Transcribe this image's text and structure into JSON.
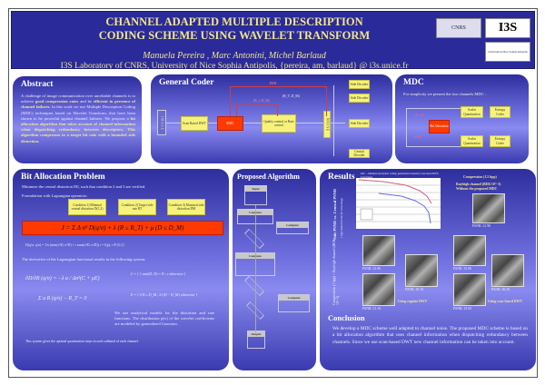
{
  "header": {
    "title_line1": "CHANNEL ADAPTED MULTIPLE DESCRIPTION",
    "title_line2": "CODING SCHEME USING WAVELET TRANSFORM",
    "authors": "Manuela Pereira , Marc Antonini, Michel Barlaud",
    "affiliation": "I3S Laboratory of CNRS, University of Nice Sophia Antipolis, {pereira, am, barlaud} @ i3s.unice.fr",
    "logos": [
      "CNRS",
      "I3S",
      "Université de Nice Sophia Antipolis"
    ]
  },
  "abstract": {
    "title": "Abstract",
    "t1": "A challenge of image communication over unreliable channels is to achieve ",
    "h1": "good compression rates",
    "t2": " and be ",
    "h2": "efficient in presence of channel failures.",
    "t3": " In this work we use Multiple Description Coding (MDC) techniques based on Wavelet Transform, that have been shown to be powerful against channel failures. We propose a ",
    "h3": "bit allocation algorithm that takes account of channel information when dispatching redundancy between descriptors. This algorithm compresses to a target bit rate with a bounded side distortion."
  },
  "coder": {
    "title": "General Coder",
    "image": "I M A G E",
    "dwt": "Scan Based DWT",
    "mdc": "MDC",
    "quality": "Quality control or Rate control",
    "noise": "N O I S E",
    "side_decoder": "Side Decoder",
    "central_decoder": "Central Decoder",
    "ber": "BER",
    "rd": "(R_t, D_M)",
    "rq": "(R_T, D_M)"
  },
  "mdc": {
    "title": "MDC",
    "intro": "For simplicity we present the two channels MDC :",
    "bit_alloc": "Bit Allocation",
    "sq": "Scalar Quantization",
    "ec": "Entropy Coder",
    "ber": "BER",
    "rd": "(R, D)"
  },
  "bitalloc": {
    "title": "Bit Allocation Problem",
    "p1": "Minimize the central distortion D0, such that condition 2 and 3 are verified.",
    "p2": "Formulation with Lagrangian operators:",
    "c1": "Condition 1) Minimal central distortion D(1,2)",
    "c2": "Condition 2) Target side rate RT",
    "c3": "Condition 3) Maximal side distortion DM",
    "eq": "J = Σ Δ σ² D(q/σ) + λ (R ≤ R_T) + μ (D ≤ D_M)",
    "eq2": "D(q/σ, q/σ) = 1/σ (min(σ²D, σ²D) + r max(σ²D, σ²D))      r = f(p), r ∈ [0,1]",
    "p3": "The derivative of the Lagrangian functional results in the following system:",
    "sys1": "∂D/∂R (q/σ) = −λ a / Δσ²(C + μE)",
    "sys2": "Σ a R (q/σ) − R_T = 0",
    "cdef": "C = { 1  min(D, D) = D ; r  otherwise }",
    "edef": "E = { 0  D ≤ D_M ; 2×(D − D_M)  otherwise }",
    "p4": "We use analytical models for the distortion and rate functions. The distribution p(x) of the wavelet coefficients are modeled by generalized Gaussian.",
    "p5": "This system gives the optimal quantization steps in each subband of each channel."
  },
  "algo": {
    "title": "Proposed Algorithm",
    "input": "Input",
    "compute": "Compute",
    "output": "Output"
  },
  "results": {
    "title": "Results",
    "refs": "Ref: ... Multiple description coding, generalized Gaussian; scan-based DWT; Lena image",
    "ylabel": "Side PSNR vs. Central PSNR",
    "ylabel2": "1 bpp central bit rate for Lena image",
    "ylabel3": "Compression (1 bpp) + Rayleigh channel (BER 10^-3)",
    "comp": "Compression (1.5 bpp)",
    "ray": "Rayleigh channel (BER 10^-3)",
    "without": "Without the proposed MDC",
    "psnr_main": "PSNR: 21.90",
    "p1": "PSNR: 22.90",
    "p2": "PSNR: 21.16",
    "p3": "PSNR: 29.18",
    "p4": "PSNR: 23.96",
    "p5": "PSNR: 23.92",
    "p6": "PSNR: 30.29",
    "regular": "Using regular DWT",
    "scan": "Using scan-based DWT"
  },
  "conclusion": {
    "title": "Conclusion",
    "text": "We develop a MDC scheme well adapted to channel noise. The proposed MDC scheme is based on a bit allocation algorithm that uses channel information when dispatching redundancy between channels. Since we use scan-based DWT new channel information can be taken into account."
  },
  "colors": {
    "header": "#2a2a9a",
    "title_text": "#f0e68c",
    "box": "#f7f37a",
    "highlight": "#ff3a00"
  }
}
